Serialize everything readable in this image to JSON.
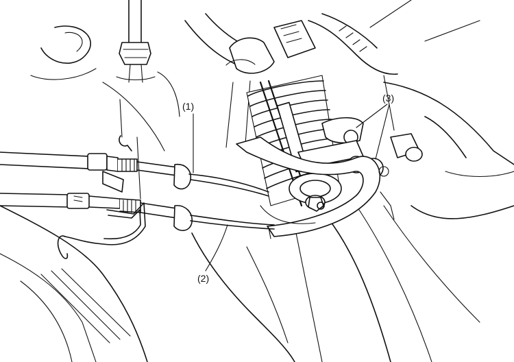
{
  "callouts": {
    "label_1": "(1)",
    "label_2": "(2)",
    "label_3": "(3)"
  },
  "colors": {
    "line": "#111111",
    "background": "#ffffff"
  }
}
